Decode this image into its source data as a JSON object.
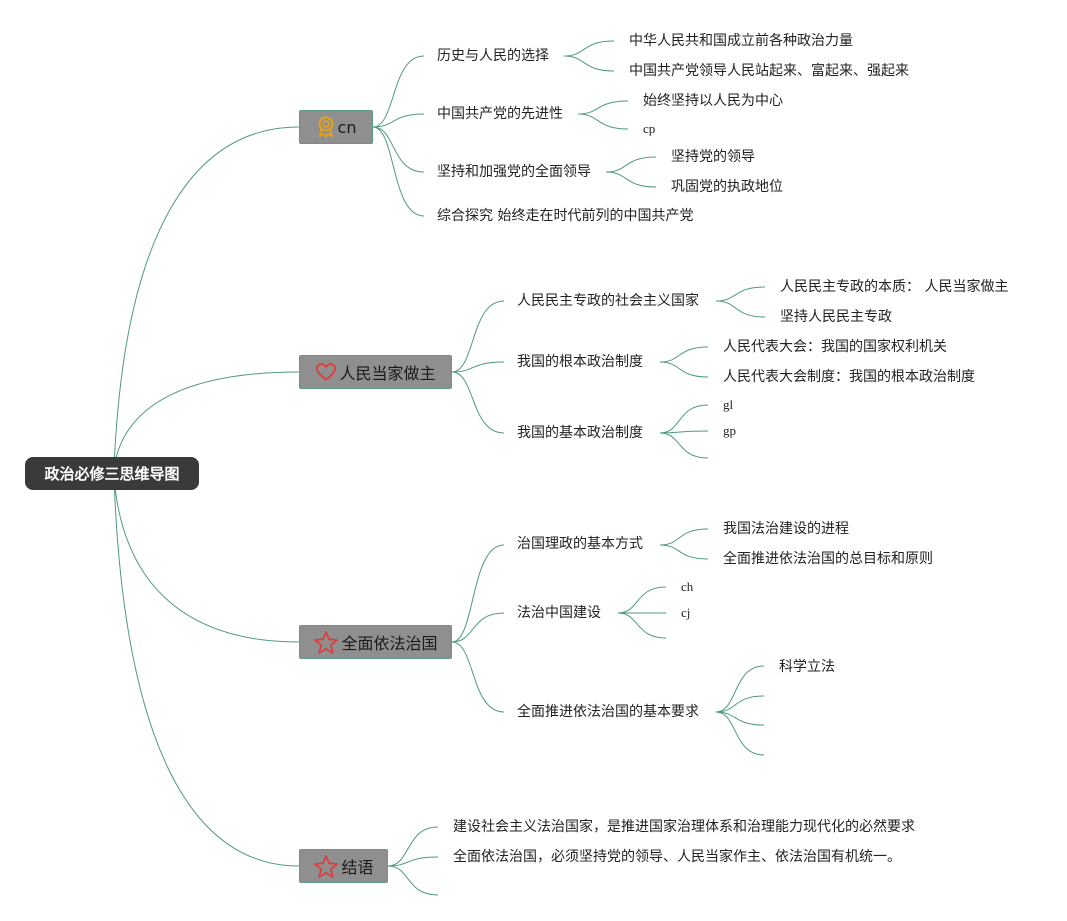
{
  "root": {
    "label": "政治必修三思维导图"
  },
  "branches": [
    {
      "label": "cn",
      "icon": "award-badge-icon",
      "children": [
        {
          "label": "历史与人民的选择",
          "children": [
            "中华人民共和国成立前各种政治力量",
            "中国共产党领导人民站起来、富起来、强起来"
          ]
        },
        {
          "label": "中国共产党的先进性",
          "children": [
            "始终坚持以人民为中心",
            "cp"
          ]
        },
        {
          "label": "坚持和加强党的全面领导",
          "children": [
            "坚持党的领导",
            "巩固党的执政地位"
          ]
        },
        {
          "label": "综合探究 始终走在时代前列的中国共产党",
          "children": []
        }
      ]
    },
    {
      "label": "人民当家做主",
      "icon": "heart-icon",
      "children": [
        {
          "label": "人民民主专政的社会主义国家",
          "children": [
            "人民民主专政的本质： 人民当家做主",
            "坚持人民民主专政"
          ]
        },
        {
          "label": "我国的根本政治制度",
          "children": [
            "人民代表大会：我国的国家权利机关",
            "人民代表大会制度：我国的根本政治制度"
          ]
        },
        {
          "label": "我国的基本政治制度",
          "children": [
            "gl",
            "gp",
            ""
          ]
        }
      ]
    },
    {
      "label": "全面依法治国",
      "icon": "star-icon",
      "children": [
        {
          "label": "治国理政的基本方式",
          "children": [
            "我国法治建设的进程",
            "全面推进依法治国的总目标和原则"
          ]
        },
        {
          "label": "法治中国建设",
          "children": [
            "ch",
            "cj",
            ""
          ]
        },
        {
          "label": "全面推进依法治国的基本要求",
          "children": [
            "科学立法",
            "",
            "",
            ""
          ]
        }
      ]
    },
    {
      "label": "结语",
      "icon": "star-icon",
      "children": [
        {
          "label": "建设社会主义法治国家，是推进国家治理体系和治理能力现代化的必然要求",
          "children": []
        },
        {
          "label": "全面依法治国，必须坚持党的领导、人民当家作主、依法治国有机统一。",
          "children": []
        },
        {
          "label": "",
          "children": []
        }
      ]
    }
  ],
  "colors": {
    "connector": "#4f9a7f",
    "root_bg": "#3a3a3a",
    "branch_bg": "#8f8f8f",
    "award": "#e8a317",
    "heart": "#e03a3a",
    "star": "#e03a3a"
  }
}
